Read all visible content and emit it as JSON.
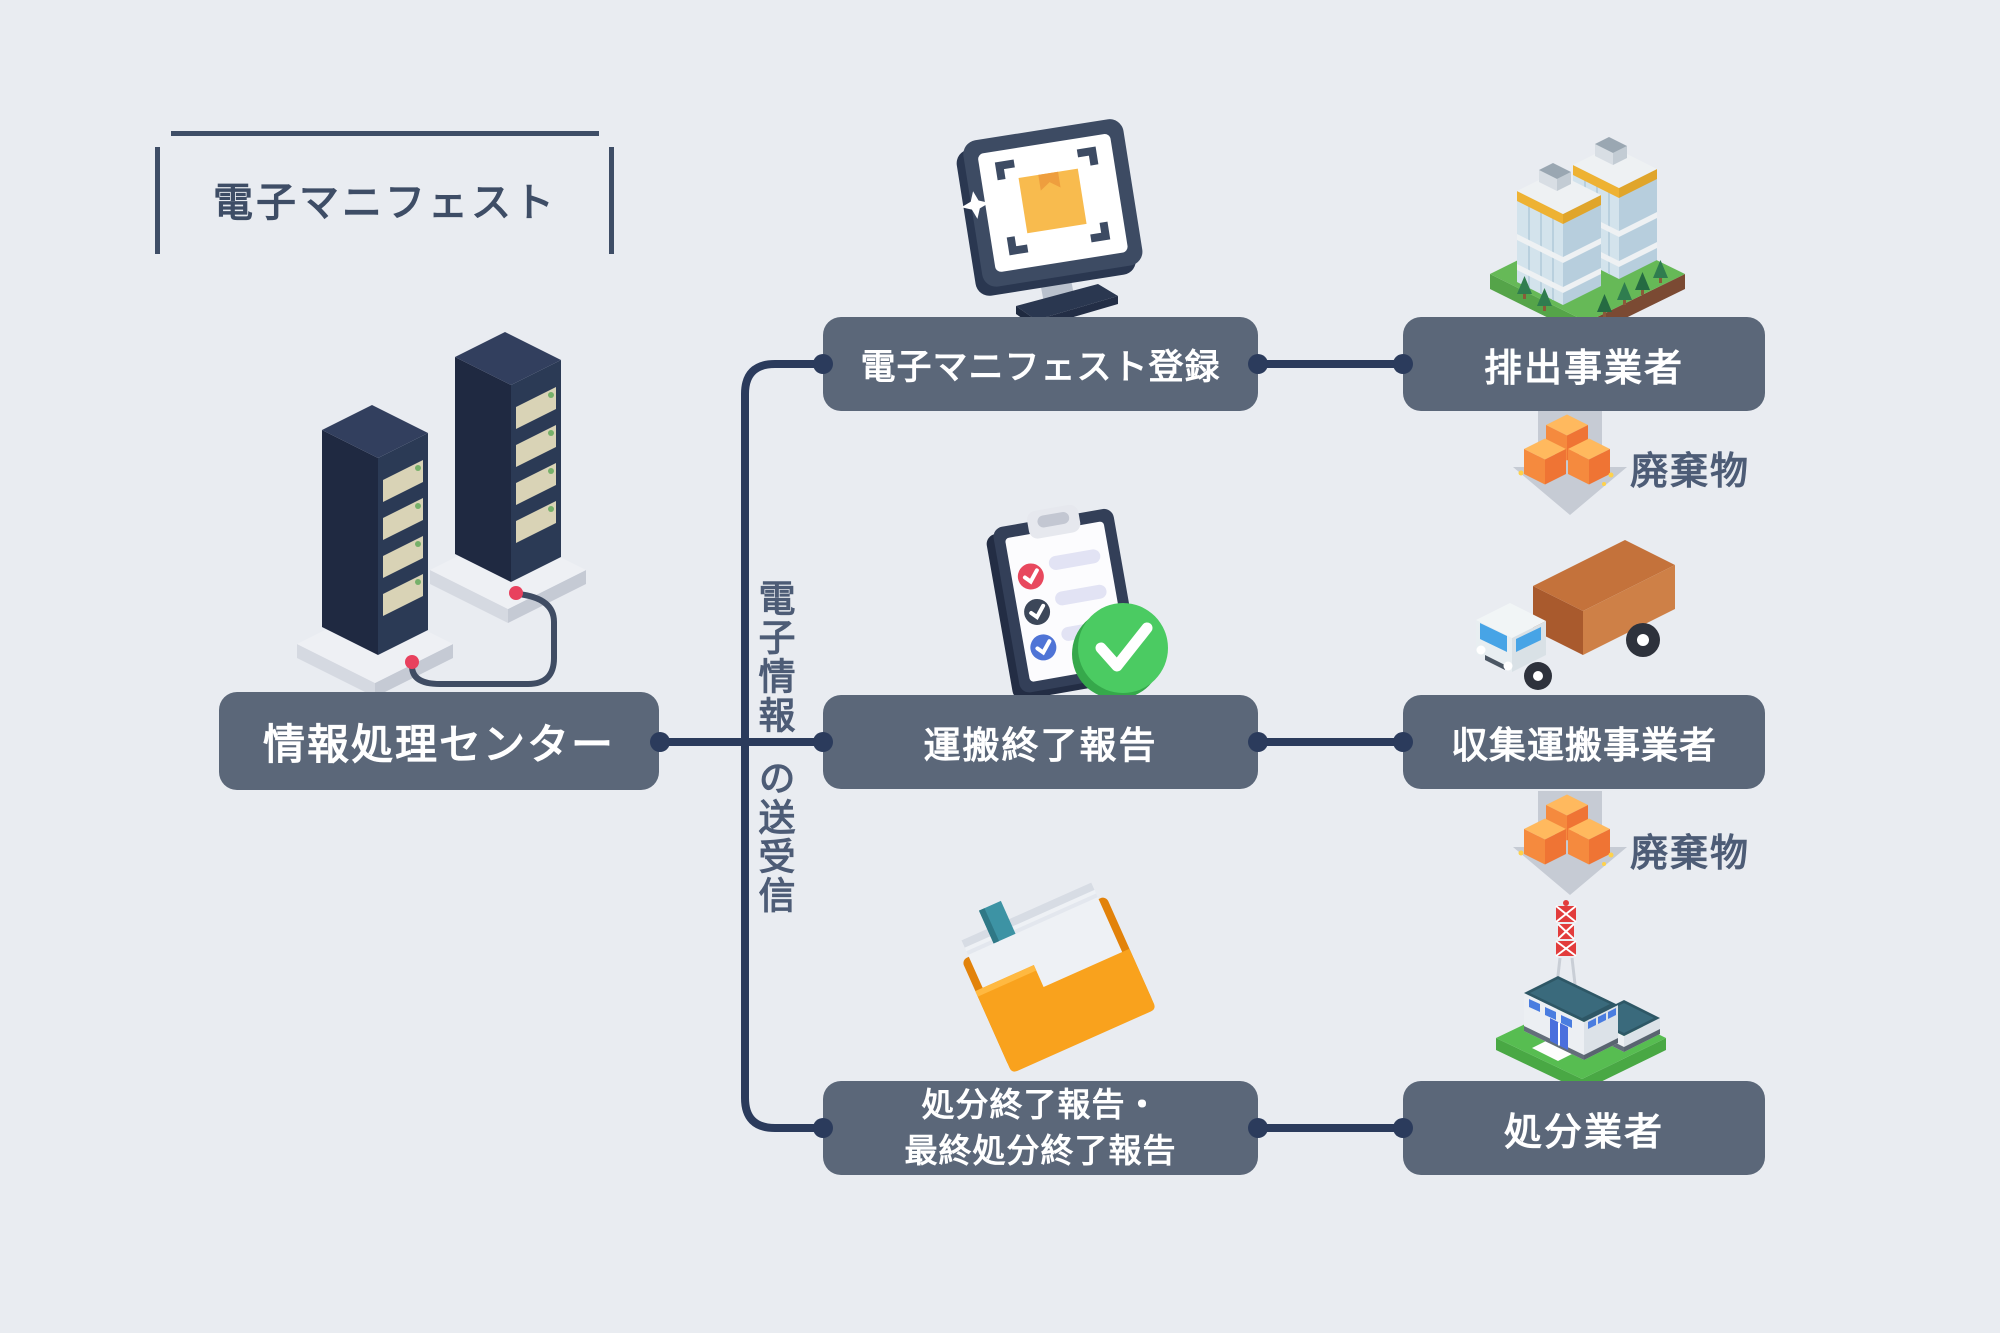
{
  "title": "電子マニフェスト",
  "hub": {
    "label": "情報処理センター"
  },
  "exchange_label": {
    "line1": "電子情報",
    "line2": "の送受信"
  },
  "flow": {
    "register": "電子マニフェスト登録",
    "transport_report": "運搬終了報告",
    "disposal_report_line1": "処分終了報告・",
    "disposal_report_line2": "最終処分終了報告"
  },
  "actors": {
    "emitter": "排出事業者",
    "transporter": "収集運搬事業者",
    "disposer": "処分業者"
  },
  "waste": {
    "between_emitter_transporter": "廃棄物",
    "between_transporter_disposer": "廃棄物"
  },
  "icons": {
    "hub": "server-rack-icon",
    "register": "monitor-scan-icon",
    "transport_report": "checklist-clipboard-icon",
    "disposal_report": "document-folder-icon",
    "emitter": "office-building-icon",
    "transporter": "truck-icon",
    "disposer": "factory-icon",
    "waste_flow": "waste-cubes-down-arrow-icon"
  },
  "colors": {
    "background": "#e9ecf1",
    "node_fill": "#5b6779",
    "node_text": "#ffffff",
    "connector": "#2b3b5c",
    "title_text": "#3e4d66",
    "muted_label": "#4d5c76",
    "waste_arrow": "#c6cbd4",
    "waste_cube_orange": "#f58a3e",
    "folder_orange": "#f9a21d",
    "check_green": "#4bcb62",
    "cable_red": "#e8415e"
  }
}
